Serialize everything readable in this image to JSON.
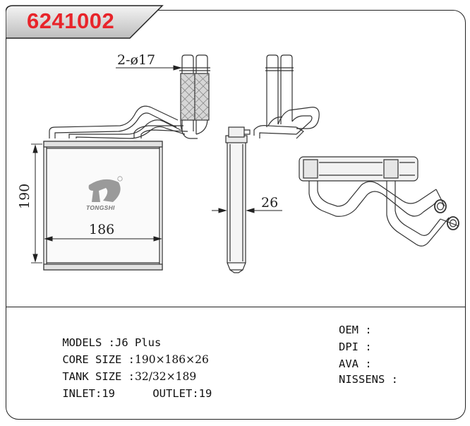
{
  "part_number": "6241002",
  "brand": "TONGSHI",
  "drawing": {
    "pipe_dim": "2-ø17",
    "height_dim": "190",
    "width_dim": "186",
    "thickness_dim": "26"
  },
  "specs": {
    "models_label": "MODELS :",
    "models_value": "J6 Plus",
    "core_size_label": "CORE SIZE :",
    "core_size_value": "190×186×26",
    "tank_size_label": "TANK SIZE :",
    "tank_size_value": "32/32×189",
    "inlet_label": "INLET:",
    "inlet_value": "19",
    "outlet_label": "OUTLET:",
    "outlet_value": "19"
  },
  "references": {
    "oem": "OEM :",
    "dpi": "DPI :",
    "ava": "AVA :",
    "nissens": "NISSENS :"
  },
  "colors": {
    "part_number": "#e8242a",
    "line": "#222222",
    "tab_fill": "#d0d0d0",
    "logo": "#9a9a9a"
  }
}
